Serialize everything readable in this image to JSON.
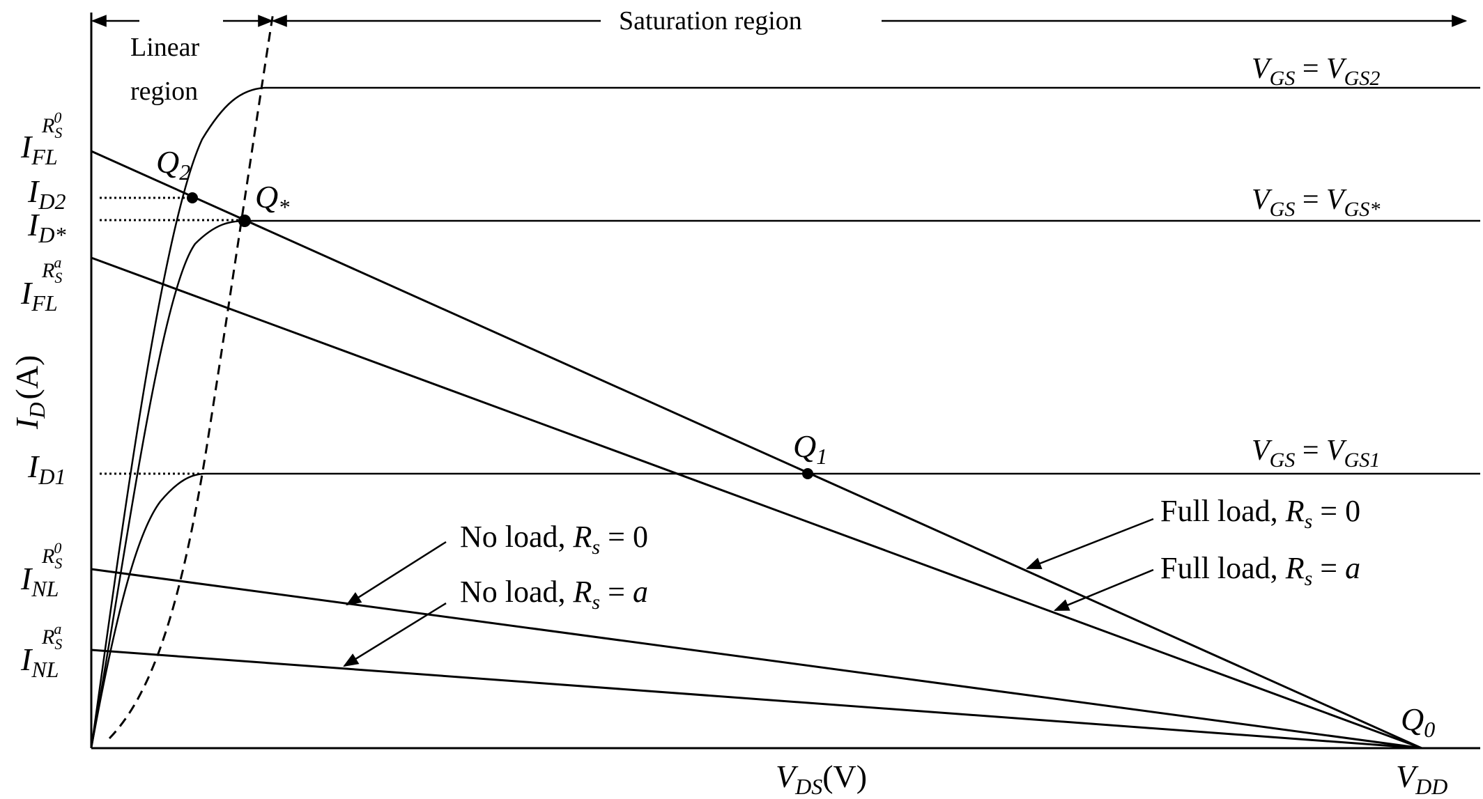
{
  "regions": {
    "linear_line1": "Linear",
    "linear_line2": "region",
    "saturation": "Saturation region"
  },
  "axes": {
    "y_main": "I",
    "y_sub": "D",
    "y_unit": "(A)",
    "x_main": "V",
    "x_sub": "DS",
    "x_unit": "(V)",
    "x_end_main": "V",
    "x_end_sub": "DD"
  },
  "curves": [
    {
      "lhs": "V",
      "lhs_sub": "GS",
      "eq": " = ",
      "rhs": "V",
      "rhs_sub": "GS2"
    },
    {
      "lhs": "V",
      "lhs_sub": "GS",
      "eq": " = ",
      "rhs": "V",
      "rhs_sub": "GS*"
    },
    {
      "lhs": "V",
      "lhs_sub": "GS",
      "eq": " = ",
      "rhs": "V",
      "rhs_sub": "GS1"
    }
  ],
  "y_ticks": [
    {
      "main": "I",
      "sub": "FL",
      "sup": "R",
      "sup_sub": "S",
      "sup_sup": "0"
    },
    {
      "main": "I",
      "sub": "D2"
    },
    {
      "main": "I",
      "sub": "D*"
    },
    {
      "main": "I",
      "sub": "FL",
      "sup": "R",
      "sup_sub": "S",
      "sup_sup": "a"
    },
    {
      "main": "I",
      "sub": "D1"
    },
    {
      "main": "I",
      "sub": "NL",
      "sup": "R",
      "sup_sub": "S",
      "sup_sup": "0"
    },
    {
      "main": "I",
      "sub": "NL",
      "sup": "R",
      "sup_sub": "S",
      "sup_sup": "a"
    }
  ],
  "points": [
    {
      "main": "Q",
      "sub": "2"
    },
    {
      "main": "Q",
      "sub": "*"
    },
    {
      "main": "Q",
      "sub": "1"
    },
    {
      "main": "Q",
      "sub": "0"
    }
  ],
  "load_labels": [
    {
      "text": "No load, ",
      "var": "R",
      "var_sub": "s",
      "eq": " = ",
      "val": "0"
    },
    {
      "text": "No load, ",
      "var": "R",
      "var_sub": "s",
      "eq": " = ",
      "val": "a"
    },
    {
      "text": "Full load, ",
      "var": "R",
      "var_sub": "s",
      "eq": " = ",
      "val": "0"
    },
    {
      "text": "Full load, ",
      "var": "R",
      "var_sub": "s",
      "eq": " = ",
      "val": "a"
    }
  ],
  "colors": {
    "ink": "#000000",
    "background": "#ffffff"
  }
}
